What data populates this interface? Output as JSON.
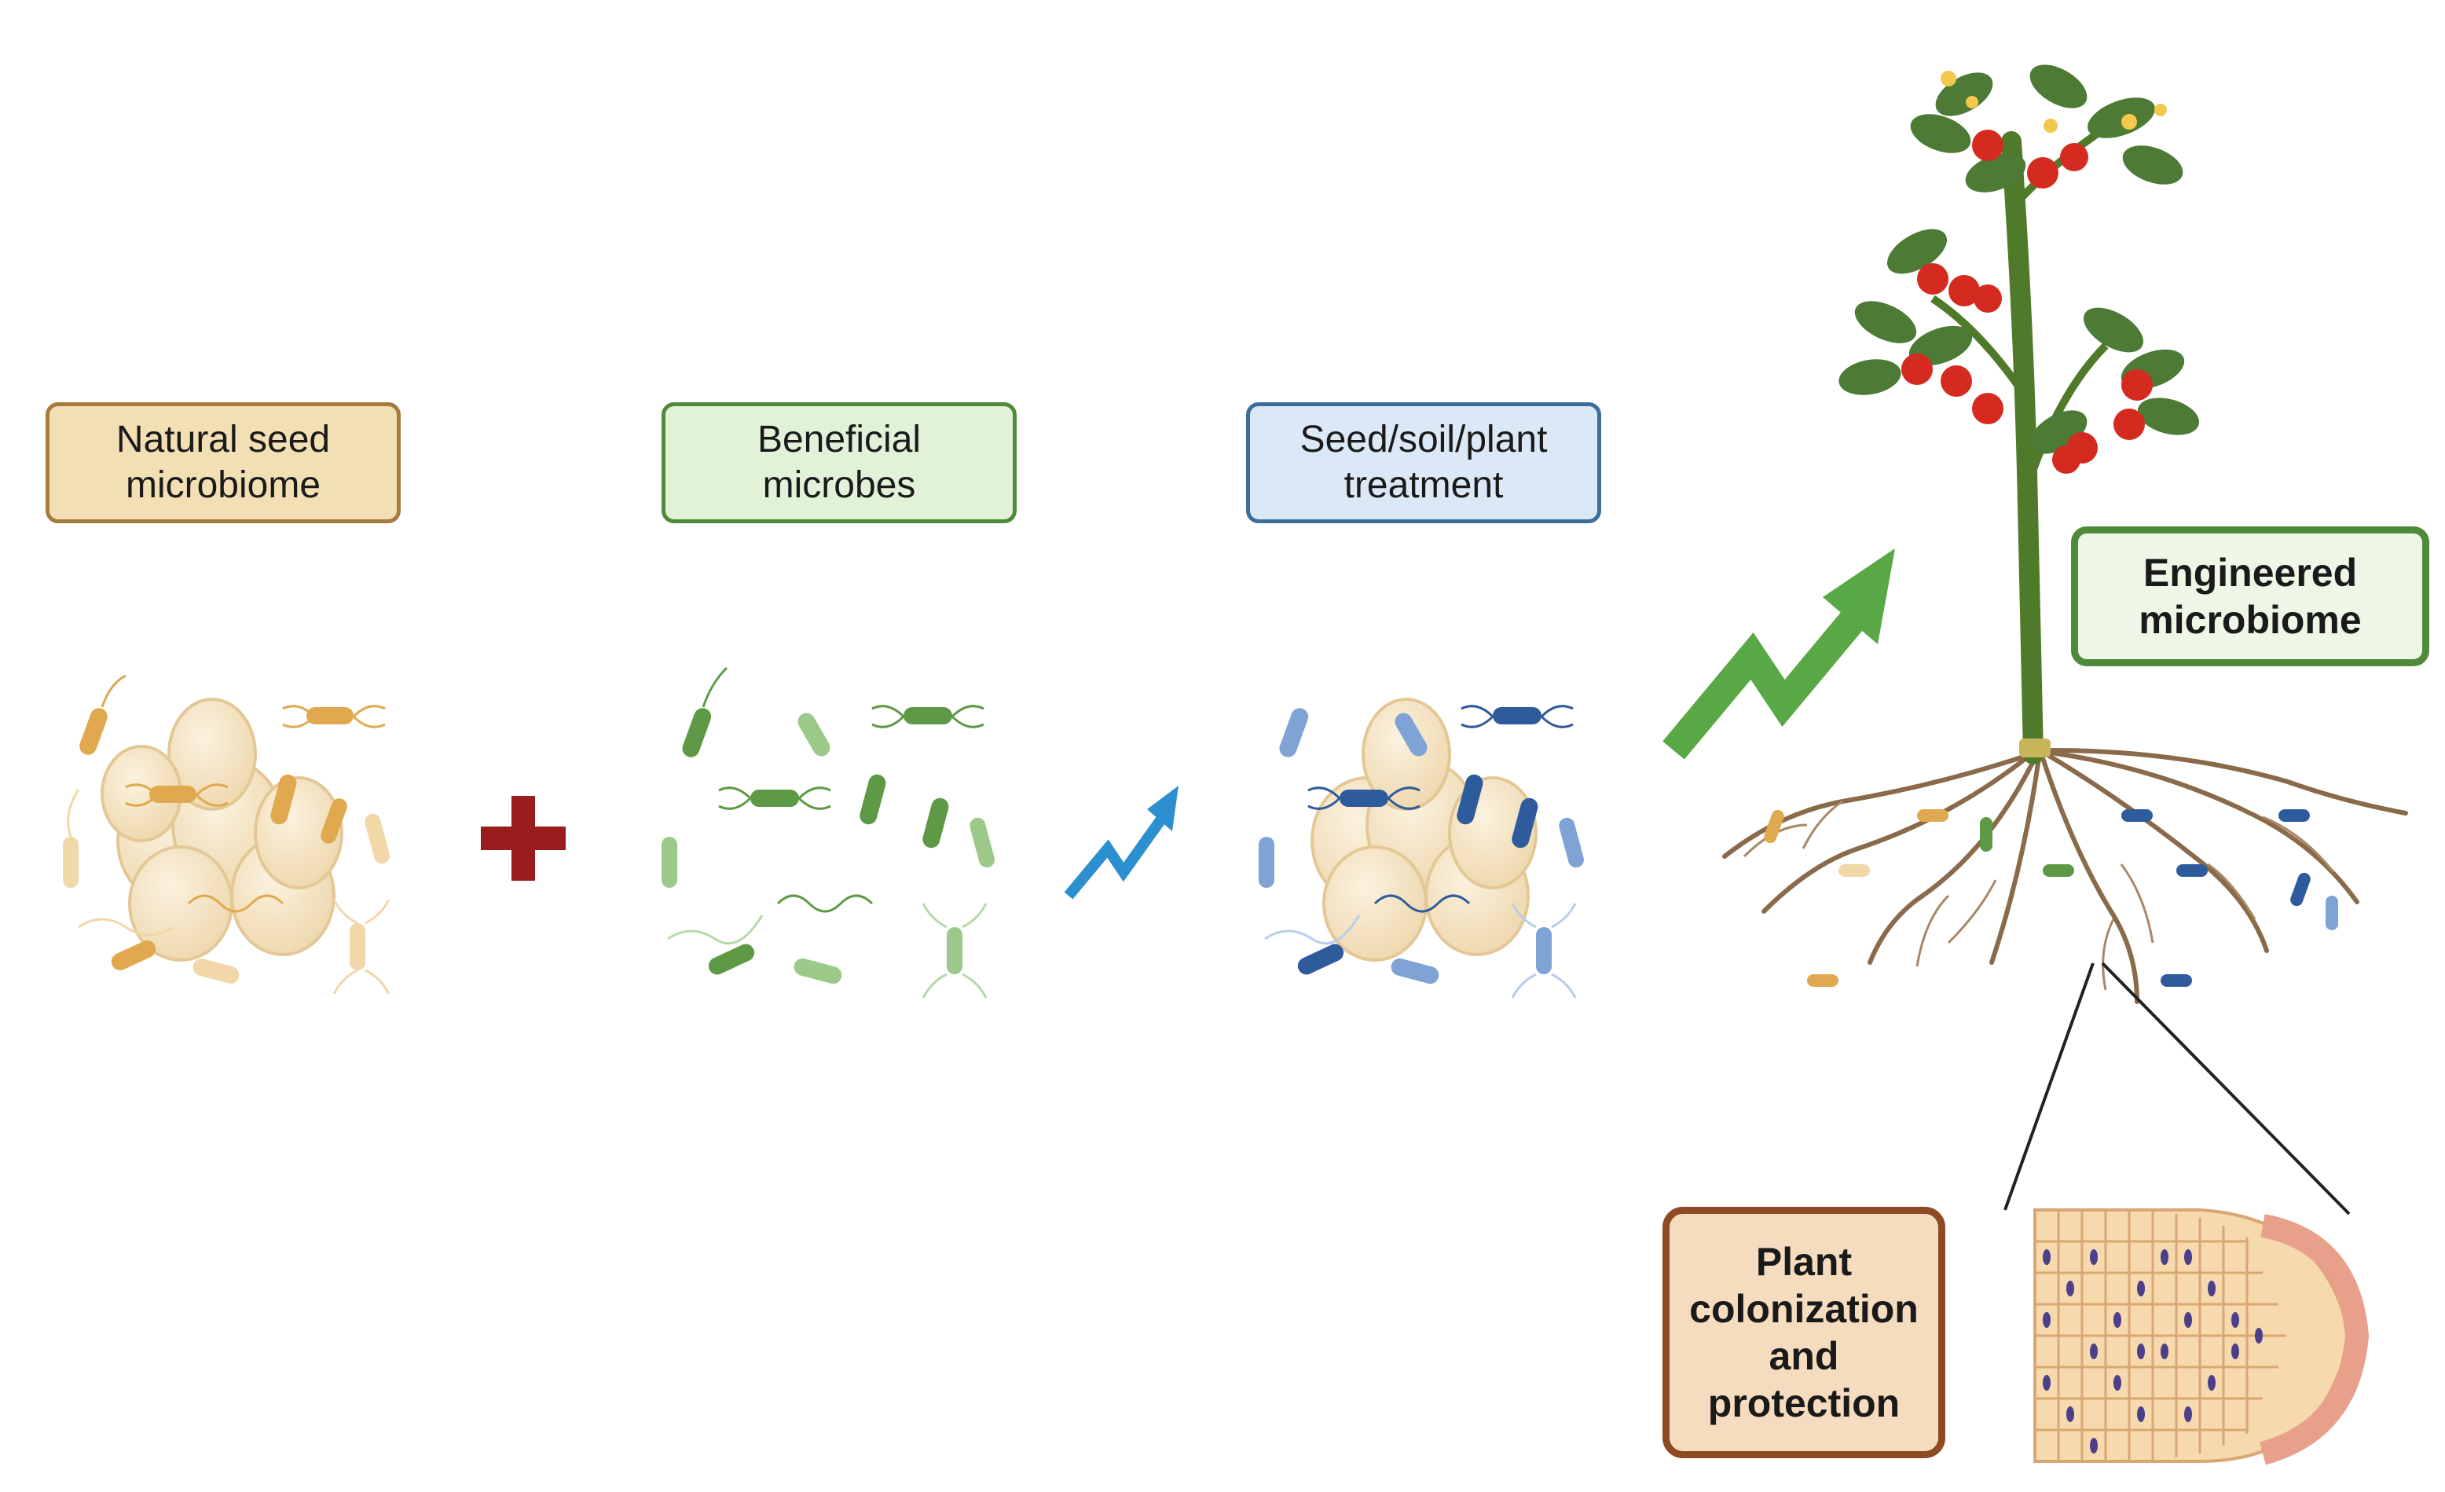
{
  "labels": {
    "natural": [
      "Natural seed",
      "microbiome"
    ],
    "beneficial": [
      "Beneficial",
      "microbes"
    ],
    "treatment": [
      "Seed/soil/plant",
      "treatment"
    ],
    "engineered": [
      "Engineered",
      "microbiome"
    ],
    "colonization": [
      "Plant",
      "colonization",
      "and",
      "protection"
    ]
  },
  "colors": {
    "natural_fill": "#f3dfb4",
    "natural_border": "#a77a3d",
    "beneficial_fill": "#e0f2d8",
    "beneficial_border": "#4f8a3a",
    "treatment_fill": "#dbe9f6",
    "treatment_border": "#3c6e9c",
    "plus_sign": "#9b1c1c",
    "small_arrow": "#2b8fd0",
    "large_arrow": "#58a845",
    "stem": "#4f7a2a",
    "root": "#8a6a4a",
    "tomato": "#d42a1f"
  },
  "icons": [
    "plus-icon",
    "growth-arrow-icon",
    "tomato-plant-icon",
    "root-cells-icon"
  ]
}
